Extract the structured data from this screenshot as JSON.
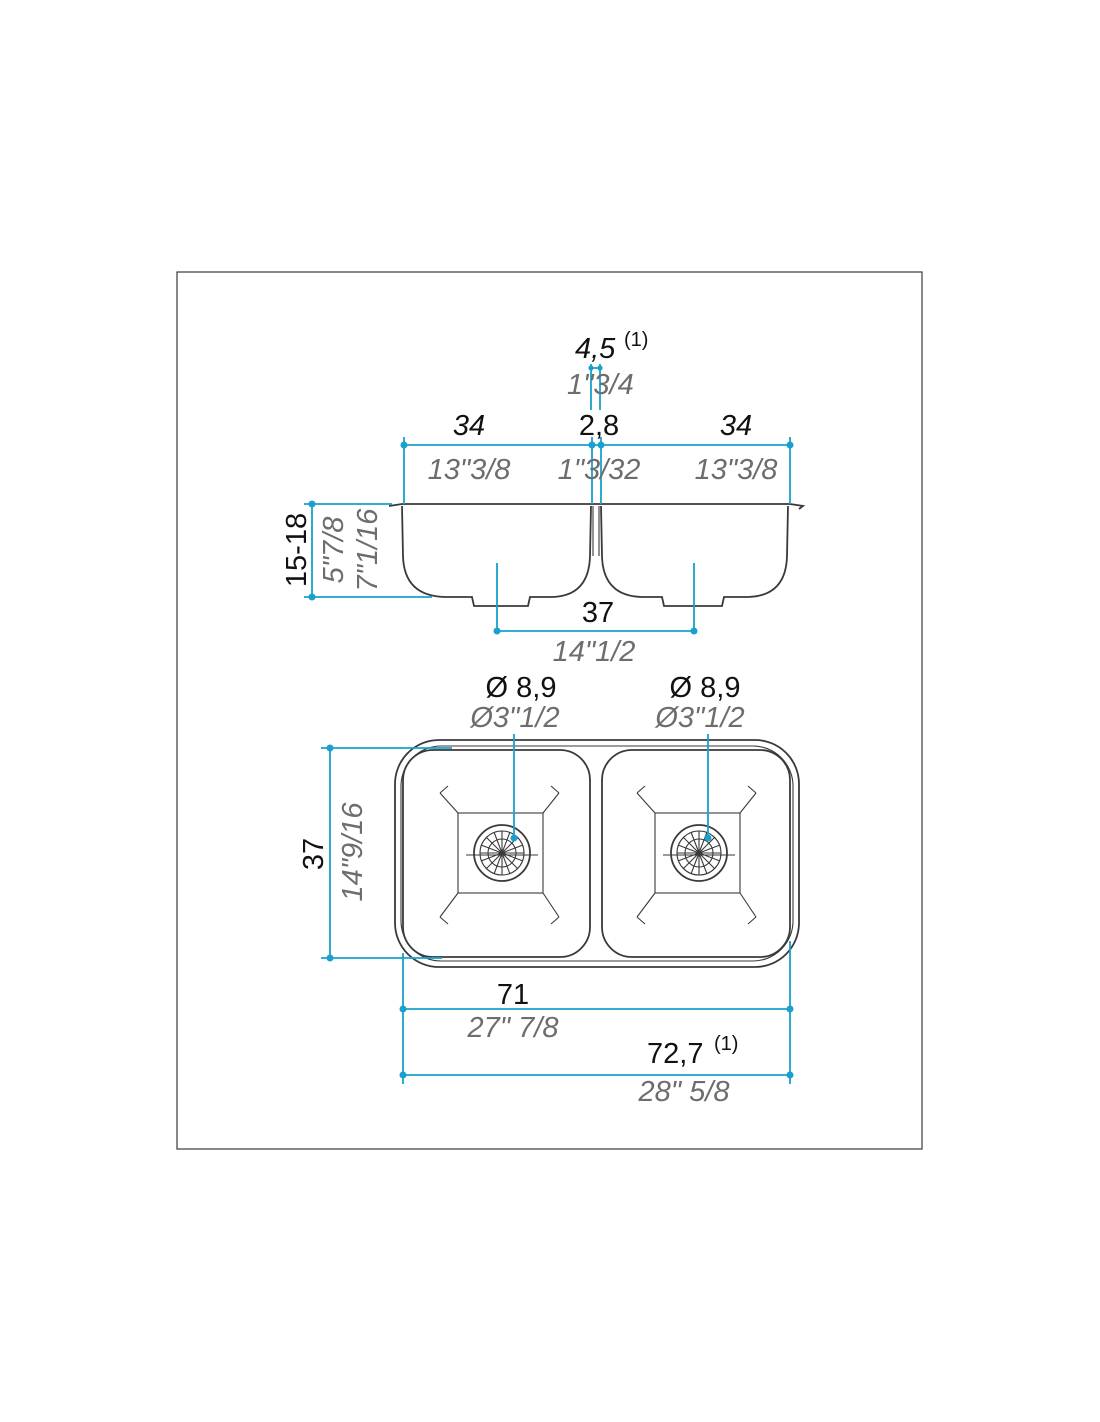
{
  "colors": {
    "dimension": "#1aa0cc",
    "outline": "#3a3a3a",
    "metric_text": "#111111",
    "imperial_text": "#6d6d6d"
  },
  "front_view": {
    "rim_metric": "4,5",
    "rim_note": "(1)",
    "rim_imperial": "1\"3/4",
    "bowl_left_metric": "34",
    "bowl_left_imperial": "13\"3/8",
    "divider_metric": "2,8",
    "divider_imperial": "1\"3/32",
    "bowl_right_metric": "34",
    "bowl_right_imperial": "13\"3/8",
    "depth_metric": "15-18",
    "depth_imperial_min": "5\"7/8",
    "depth_imperial_max": "7\"1/16",
    "drain_spacing_metric": "37",
    "drain_spacing_imperial": "14\"1/2"
  },
  "top_view": {
    "drain_left_metric": "Ø 8,9",
    "drain_left_imperial": "Ø3\"1/2",
    "drain_right_metric": "Ø 8,9",
    "drain_right_imperial": "Ø3\"1/2",
    "depth_metric": "37",
    "depth_imperial": "14\"9/16",
    "inner_width_metric": "71",
    "inner_width_imperial": "27\" 7/8",
    "overall_width_metric": "72,7",
    "overall_width_note": "(1)",
    "overall_width_imperial": "28\" 5/8"
  }
}
